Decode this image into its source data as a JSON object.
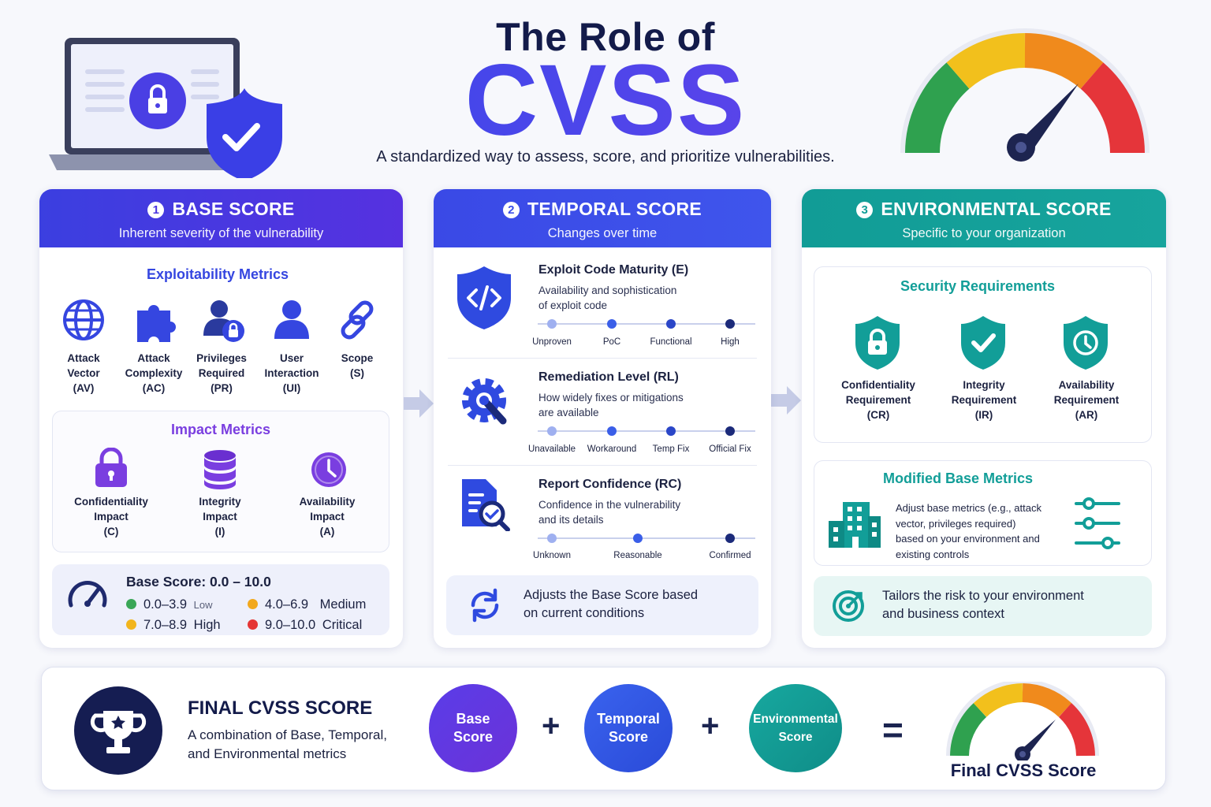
{
  "header": {
    "title_top": "The Role of",
    "title_main": "CVSS",
    "subtitle": "A standardized way to assess, score, and prioritize vulnerabilities."
  },
  "base": {
    "number": "1",
    "title": "BASE SCORE",
    "subtitle": "Inherent severity of the vulnerability",
    "exploitability_title": "Exploitability Metrics",
    "exploitability": [
      {
        "line1": "Attack",
        "line2": "Vector",
        "line3": "(AV)",
        "icon": "globe-icon"
      },
      {
        "line1": "Attack",
        "line2": "Complexity",
        "line3": "(AC)",
        "icon": "puzzle-icon"
      },
      {
        "line1": "Privileges",
        "line2": "Required",
        "line3": "(PR)",
        "icon": "user-lock-icon"
      },
      {
        "line1": "User",
        "line2": "Interaction",
        "line3": "(UI)",
        "icon": "user-icon"
      },
      {
        "line1": "Scope",
        "line2": "(S)",
        "line3": "",
        "icon": "link-icon"
      }
    ],
    "impact_title": "Impact Metrics",
    "impact": [
      {
        "line1": "Confidentiality",
        "line2": "Impact",
        "line3": "(C)",
        "icon": "lock-icon"
      },
      {
        "line1": "Integrity",
        "line2": "Impact",
        "line3": "(I)",
        "icon": "database-icon"
      },
      {
        "line1": "Availability",
        "line2": "Impact",
        "line3": "(A)",
        "icon": "clock-icon"
      }
    ],
    "range_title": "Base Score: 0.0 – 10.0",
    "ranges": [
      {
        "range": "0.0–3.9",
        "label": "Low",
        "color": "#3aa657"
      },
      {
        "range": "4.0–6.9",
        "label": "Medium",
        "color": "#f2a81d"
      },
      {
        "range": "7.0–8.9",
        "label": "High",
        "color": "#f2b51d"
      },
      {
        "range": "9.0–10.0",
        "label": "Critical",
        "color": "#e53535"
      }
    ]
  },
  "temporal": {
    "number": "2",
    "title": "TEMPORAL SCORE",
    "subtitle": "Changes over time",
    "rows": [
      {
        "title": "Exploit Code Maturity (E)",
        "desc1": "Availability and sophistication",
        "desc2": "of exploit code",
        "icon": "code-shield-icon",
        "levels": [
          "Unproven",
          "PoC",
          "Functional",
          "High"
        ]
      },
      {
        "title": "Remediation Level (RL)",
        "desc1": "How widely fixes or mitigations",
        "desc2": "are available",
        "icon": "gear-wrench-icon",
        "levels": [
          "Unavailable",
          "Workaround",
          "Temp Fix",
          "Official Fix"
        ]
      },
      {
        "title": "Report Confidence (RC)",
        "desc1": "Confidence in the vulnerability",
        "desc2": "and its details",
        "icon": "report-check-icon",
        "levels": [
          "Unknown",
          "Reasonable",
          "Confirmed"
        ]
      }
    ],
    "note1": "Adjusts the Base Score based",
    "note2": "on current conditions"
  },
  "environmental": {
    "number": "3",
    "title": "ENVIRONMENTAL SCORE",
    "subtitle": "Specific to your organization",
    "security_title": "Security Requirements",
    "requirements": [
      {
        "line1": "Confidentiality",
        "line2": "Requirement",
        "line3": "(CR)",
        "icon": "lock-shield-icon"
      },
      {
        "line1": "Integrity",
        "line2": "Requirement",
        "line3": "(IR)",
        "icon": "check-shield-icon"
      },
      {
        "line1": "Availability",
        "line2": "Requirement",
        "line3": "(AR)",
        "icon": "clock-shield-icon"
      }
    ],
    "modified_title": "Modified Base Metrics",
    "modified_desc": [
      "Adjust base metrics (e.g., attack",
      "vector, privileges required)",
      "based on your environment and",
      "existing controls"
    ],
    "note1": "Tailors the risk to your environment",
    "note2": "and business context"
  },
  "final": {
    "title": "FINAL CVSS SCORE",
    "desc1": "A combination of Base, Temporal,",
    "desc2": "and Environmental metrics",
    "base_l1": "Base",
    "base_l2": "Score",
    "temp_l1": "Temporal",
    "temp_l2": "Score",
    "env_l1": "Environmental",
    "env_l2": "Score",
    "plus": "+",
    "equals": "=",
    "result": "Final CVSS Score"
  },
  "colors": {
    "base": "#4a35e0",
    "temporal": "#3a4ee8",
    "environmental": "#129e98",
    "impact": "#7a3ee0",
    "navy": "#131b4a"
  }
}
